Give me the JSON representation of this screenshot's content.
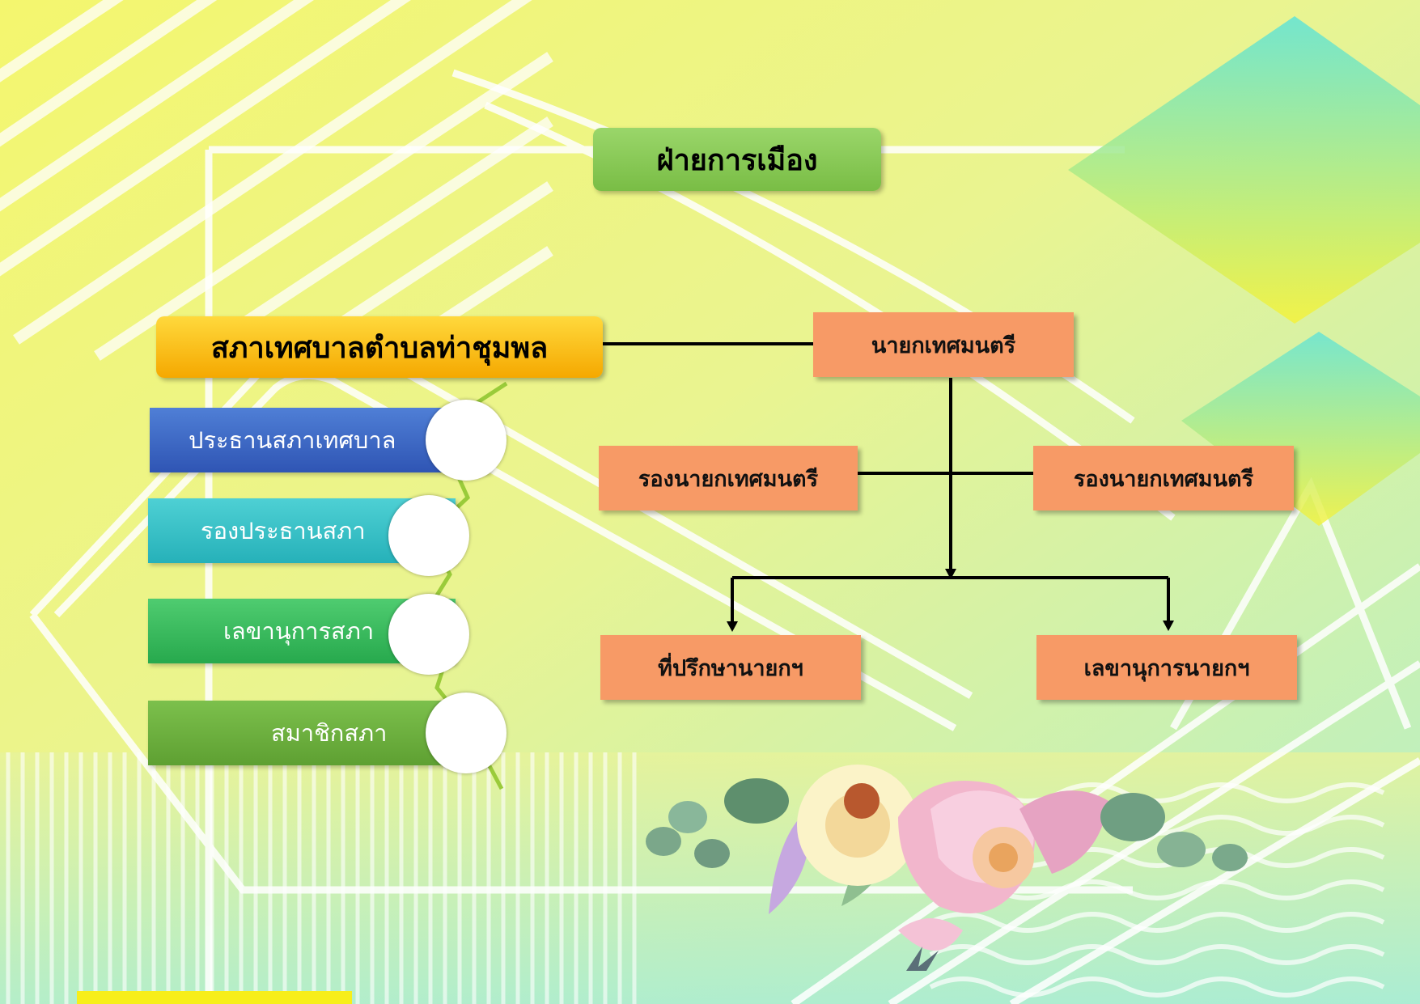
{
  "title": "ฝ่ายการเมือง",
  "council": {
    "title": "สภาเทศบาลตำบลท่าชุมพล",
    "items": [
      {
        "label": "ประธานสภาเทศบาล",
        "color": "#3b63c4"
      },
      {
        "label": "รองประธานสภา",
        "color": "#2fbcc4"
      },
      {
        "label": "เลขานุการสภา",
        "color": "#2fb45a"
      },
      {
        "label": "สมาชิกสภา",
        "color": "#6aae3c"
      }
    ]
  },
  "executive": {
    "mayor": "นายกเทศมนตรี",
    "deputy_left": "รองนายกเทศมนตรี",
    "deputy_right": "รองนายกเทศมนตรี",
    "advisor": "ที่ปรึกษานายกฯ",
    "secretary": "เลขานุการนายกฯ",
    "box_color": "#f79a66"
  },
  "colors": {
    "background": "#e6ef8a",
    "title_green": "#8dcb58",
    "council_gold": "#fbc21a"
  }
}
